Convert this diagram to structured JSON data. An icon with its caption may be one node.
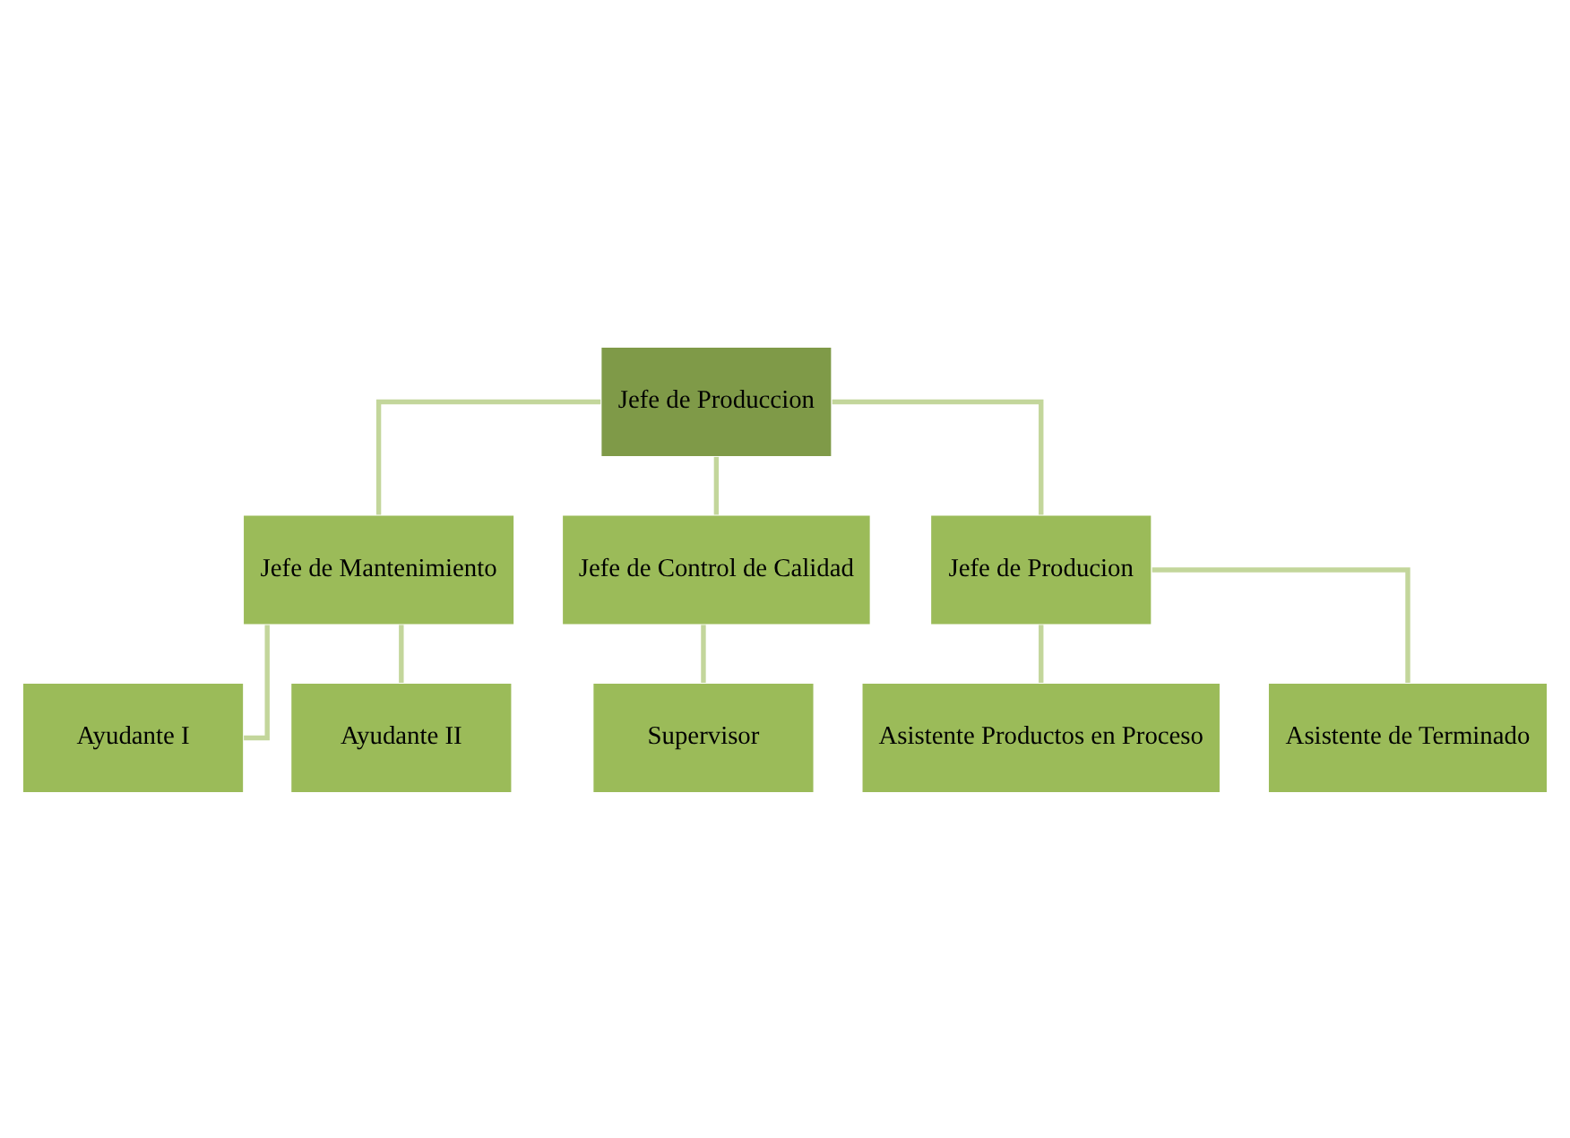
{
  "diagram": {
    "nodes": [
      {
        "text": [
          "Jefe de Produccion"
        ]
      },
      {
        "text": [
          "Jefe de Mantenimiento"
        ]
      },
      {
        "text": [
          "Jefe de Control de Calidad"
        ]
      },
      {
        "text": [
          "Jefe de Producion"
        ]
      },
      {
        "text": [
          "Ayudante I"
        ]
      },
      {
        "text": [
          "Ayudante II"
        ]
      },
      {
        "text": [
          "Supervisor"
        ]
      },
      {
        "text": [
          "Asistente Productos en Proceso"
        ]
      },
      {
        "text": [
          "Asistente de Terminado"
        ]
      }
    ],
    "edges": [
      {
        "from": 0,
        "to": 1,
        "arrow": "none",
        "color": "#c3d69b"
      },
      {
        "from": 0,
        "to": 2,
        "arrow": "none",
        "color": "#c3d69b"
      },
      {
        "from": 0,
        "to": 3,
        "arrow": "none",
        "color": "#c3d69b"
      },
      {
        "from": 1,
        "to": 4,
        "arrow": "none",
        "color": "#c3d69b"
      },
      {
        "from": 1,
        "to": 5,
        "arrow": "none",
        "color": "#c3d69b"
      },
      {
        "from": 2,
        "to": 6,
        "arrow": "none",
        "color": "#c3d69b"
      },
      {
        "from": 3,
        "to": 7,
        "arrow": "none",
        "color": "#c3d69b"
      },
      {
        "from": 3,
        "to": 8,
        "arrow": "none",
        "color": "#c3d69b"
      }
    ]
  }
}
